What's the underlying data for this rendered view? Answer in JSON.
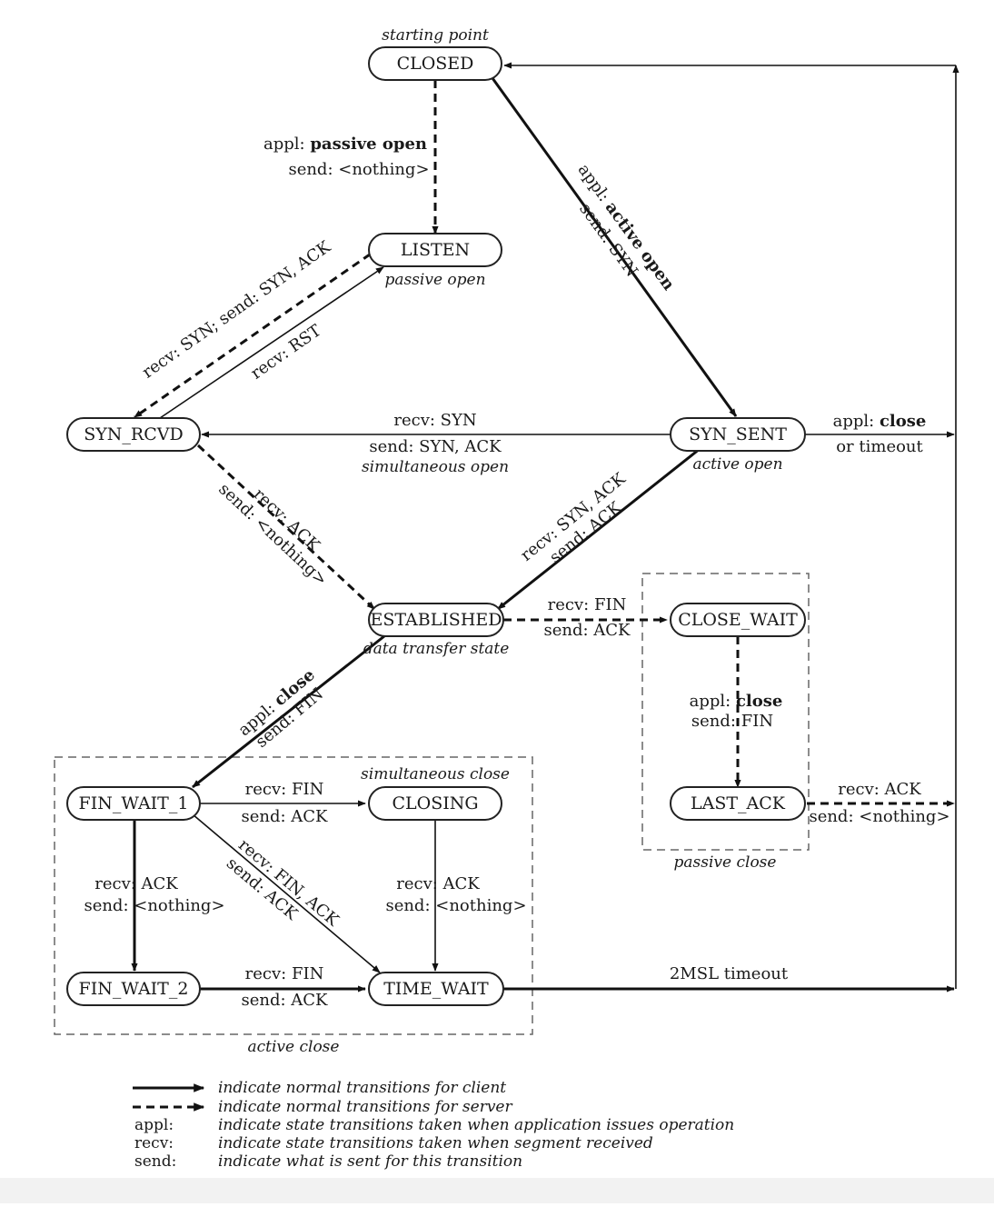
{
  "states": {
    "closed": {
      "label": "CLOSED",
      "caption": "starting point"
    },
    "listen": {
      "label": "LISTEN",
      "caption": "passive open"
    },
    "syn_rcvd": {
      "label": "SYN_RCVD",
      "caption": ""
    },
    "syn_sent": {
      "label": "SYN_SENT",
      "caption": "active open"
    },
    "established": {
      "label": "ESTABLISHED",
      "caption": "data transfer state"
    },
    "close_wait": {
      "label": "CLOSE_WAIT",
      "caption": ""
    },
    "last_ack": {
      "label": "LAST_ACK",
      "caption": ""
    },
    "fin_wait_1": {
      "label": "FIN_WAIT_1",
      "caption": ""
    },
    "closing": {
      "label": "CLOSING",
      "caption": ""
    },
    "fin_wait_2": {
      "label": "FIN_WAIT_2",
      "caption": ""
    },
    "time_wait": {
      "label": "TIME_WAIT",
      "caption": ""
    }
  },
  "groups": {
    "simultaneous_close": "simultaneous close",
    "active_close": "active close",
    "passive_close": "passive close"
  },
  "transitions": {
    "closed_listen": {
      "line1_pre": "appl: ",
      "line1_bold": "passive open",
      "line2": "send: <nothing>"
    },
    "closed_synsent": {
      "line1_pre": "appl: ",
      "line1_bold": "active open",
      "line2": "send: SYN"
    },
    "listen_synrcvd": {
      "line1": "recv: SYN;  send: SYN, ACK"
    },
    "synrcvd_listen": {
      "line1": "recv: RST"
    },
    "synsent_synrcvd": {
      "line1": "recv: SYN",
      "line2": "send: SYN, ACK",
      "line3": "simultaneous open"
    },
    "synsent_closed": {
      "line1_pre": "appl: ",
      "line1_bold": "close",
      "line2": "or timeout"
    },
    "synrcvd_established": {
      "line1": "recv: ACK",
      "line2": "send: <nothing>"
    },
    "synsent_established": {
      "line1": "recv: SYN, ACK",
      "line2": "send: ACK"
    },
    "established_closewait": {
      "line1": "recv: FIN",
      "line2": "send: ACK"
    },
    "established_finwait1": {
      "line1_pre": "appl: ",
      "line1_bold": "close",
      "line2": "send: FIN"
    },
    "closewait_lastack": {
      "line1_pre": "appl: ",
      "line1_bold": "close",
      "line2": "send: FIN"
    },
    "lastack_closed": {
      "line1": "recv: ACK",
      "line2": "send: <nothing>"
    },
    "finwait1_closing": {
      "line1": "recv: FIN",
      "line2": "send: ACK"
    },
    "finwait1_finwait2": {
      "line1": "recv: ACK",
      "line2": "send: <nothing>"
    },
    "finwait1_timewait": {
      "line1": "recv: FIN, ACK",
      "line2": "send: ACK"
    },
    "closing_timewait": {
      "line1": "recv: ACK",
      "line2": "send: <nothing>"
    },
    "finwait2_timewait": {
      "line1": "recv: FIN",
      "line2": "send: ACK"
    },
    "timewait_closed": {
      "line1": "2MSL timeout"
    }
  },
  "legend": {
    "solid": "indicate normal transitions for client",
    "dashed": "indicate normal transitions for server",
    "appl_key": "appl:",
    "appl_desc": "indicate state transitions taken when application issues operation",
    "recv_key": "recv:",
    "recv_desc": "indicate state transitions taken when segment received",
    "send_key": "send:",
    "send_desc": "indicate what is sent for this transition"
  }
}
